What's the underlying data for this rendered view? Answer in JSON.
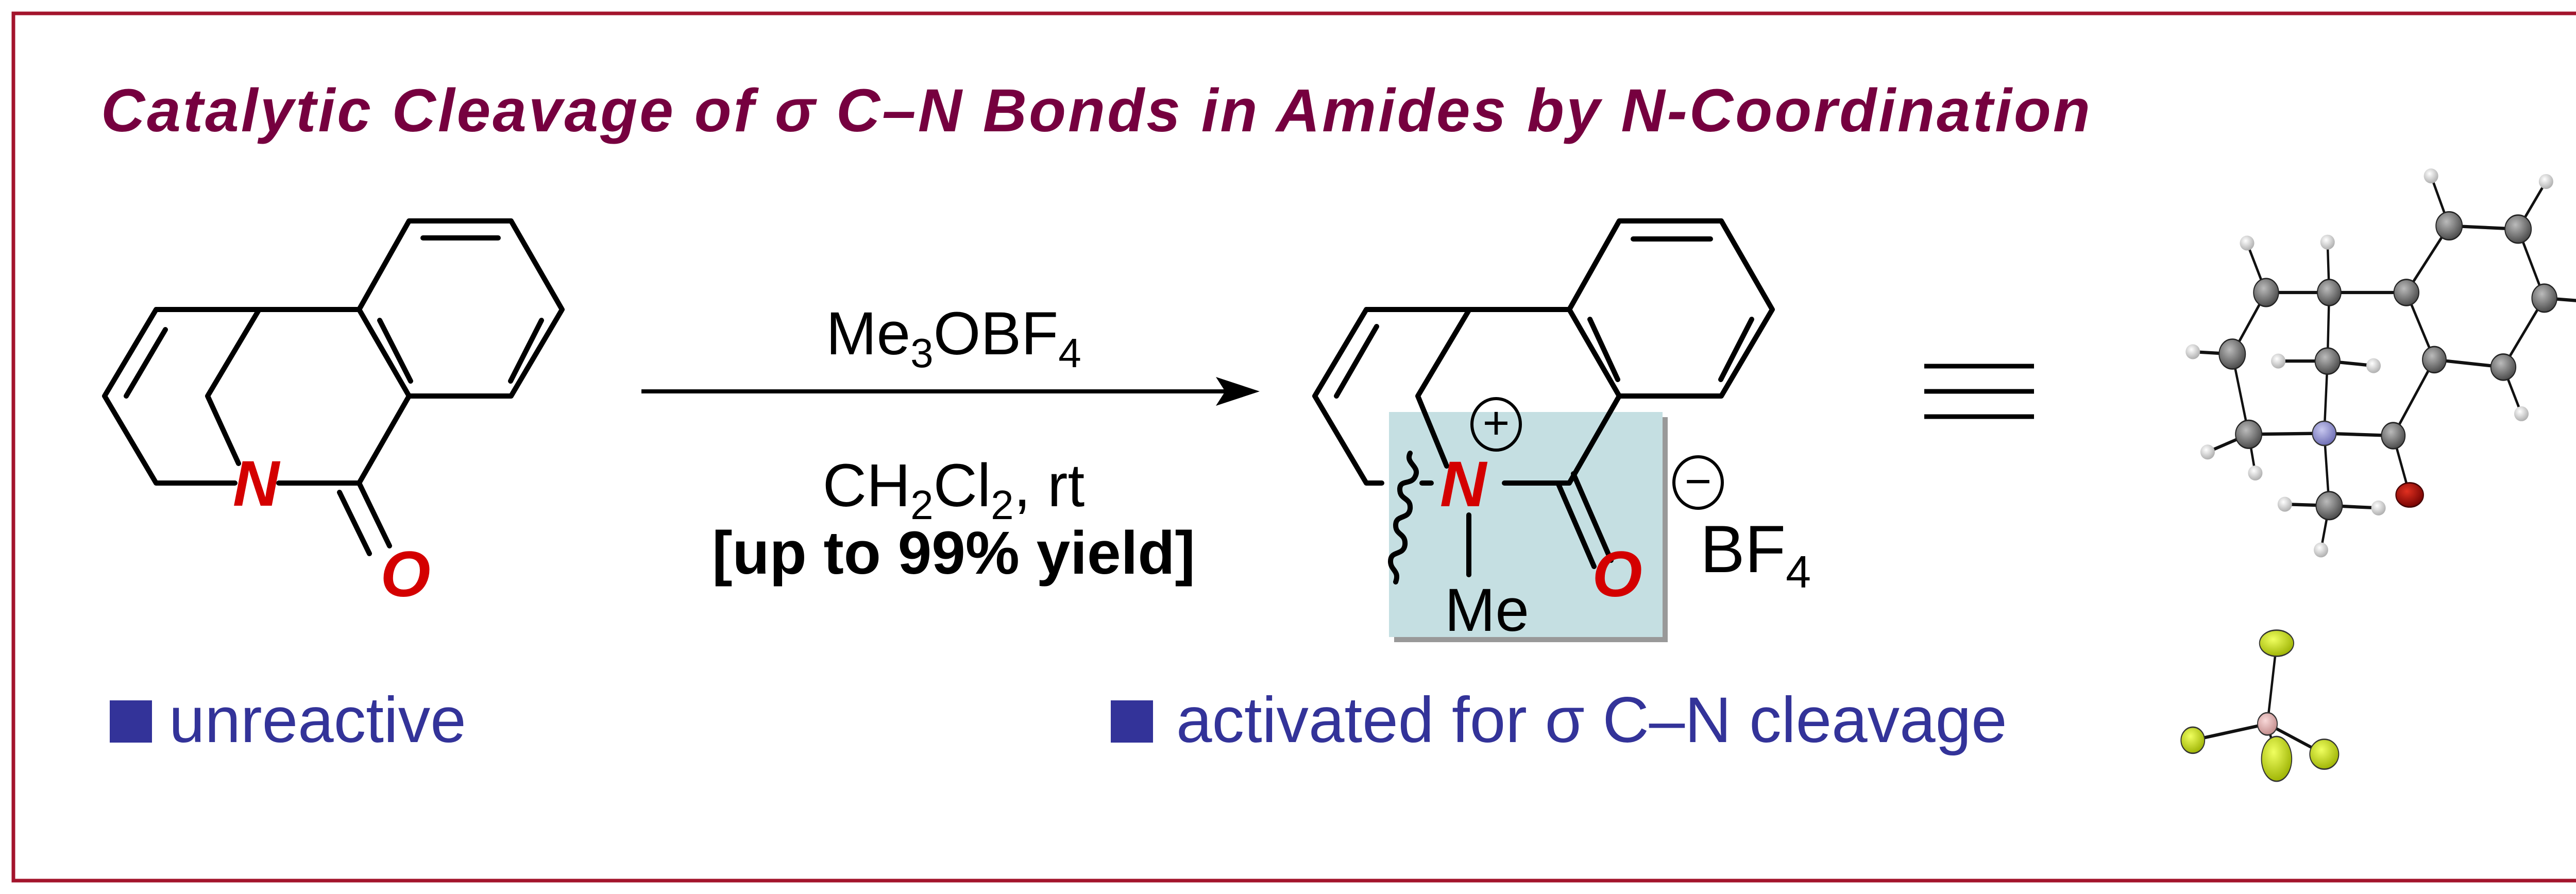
{
  "title": "Catalytic Cleavage of σ C–N Bonds in Amides by N-Coordination",
  "reaction": {
    "reagent": {
      "a": "Me",
      "b": "3",
      "c": "OBF",
      "d": "4"
    },
    "conditions": {
      "a": "CH",
      "b": "2",
      "c": "Cl",
      "d": "2",
      "e": ", rt"
    },
    "yield": "[up to 99% yield]"
  },
  "starting_material": {
    "n_label": "N",
    "o_label": "O",
    "caption": "unreactive"
  },
  "product": {
    "n_label": "N",
    "o_label": "O",
    "me_label": "Me",
    "plus": "+",
    "minus": "−",
    "counterion": {
      "a": "BF",
      "b": "4"
    },
    "caption": "activated for σ C–N cleavage"
  },
  "equivalence_symbol": "≡",
  "colors": {
    "title": "#76003f",
    "frame": "#a3142c",
    "heteroatom": "#d40000",
    "caption": "#333399",
    "highlight": "#c5dfe2"
  }
}
